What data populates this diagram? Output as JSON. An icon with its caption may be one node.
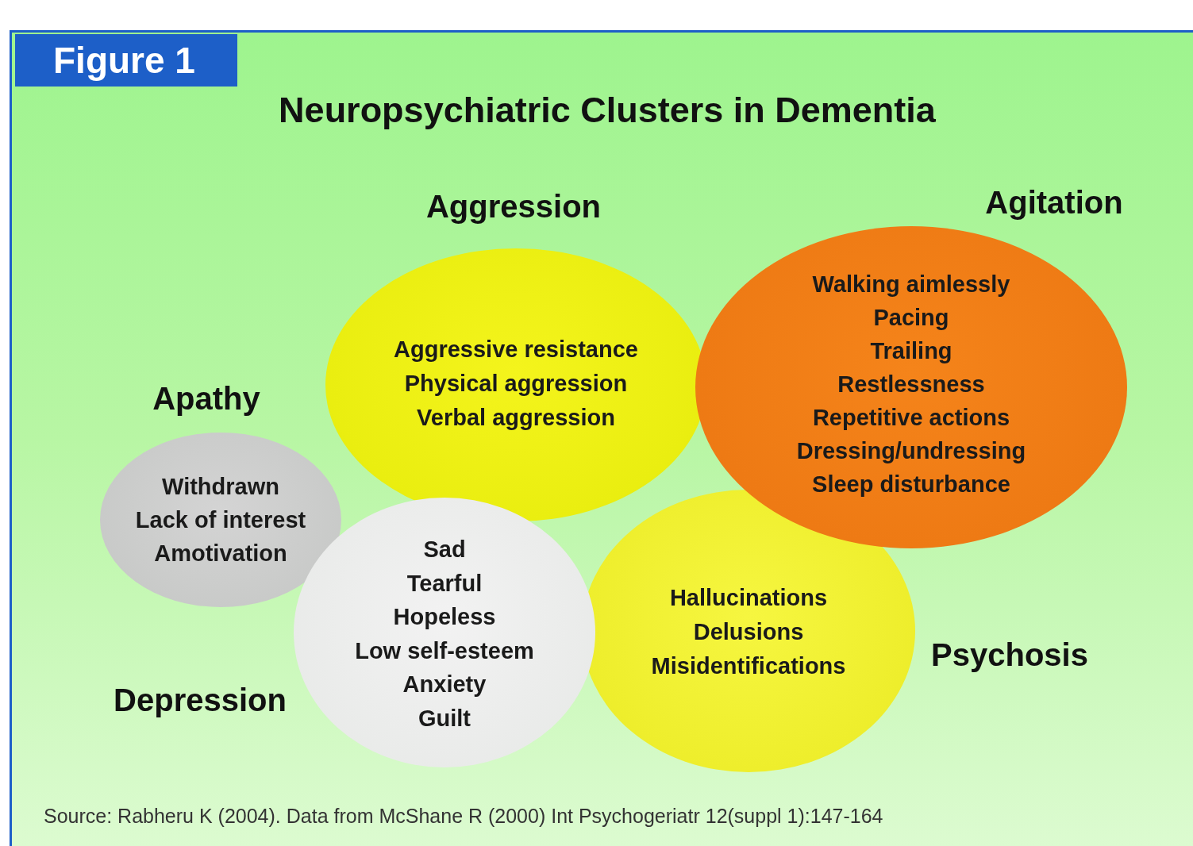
{
  "diagram": {
    "title": "Neuropsychiatric Clusters in Dementia",
    "caption": "Source: Rabheru K (2004). Data from McShane R (2000) Int Psychogeriatr 12(suppl 1):147-164",
    "nodes": [
      {
        "text": [
          "Aggression",
          "Aggressive resistance",
          "Physical aggression",
          "Verbal aggression"
        ]
      },
      {
        "text": [
          "Agitation",
          "Walking aimlessly",
          "Pacing",
          "Trailing",
          "Restlessness",
          "Repetitive actions",
          "Dressing/undressing",
          "Sleep disturbance"
        ]
      },
      {
        "text": [
          "Apathy",
          "Withdrawn",
          "Lack of interest",
          "Amotivation"
        ]
      },
      {
        "text": [
          "Depression",
          "Sad",
          "Tearful",
          "Hopeless",
          "Low self-esteem",
          "Anxiety",
          "Guilt"
        ]
      },
      {
        "text": [
          "Psychosis",
          "Hallucinations",
          "Delusions",
          "Misidentifications"
        ]
      }
    ],
    "labels": [
      "Figure 1"
    ]
  }
}
